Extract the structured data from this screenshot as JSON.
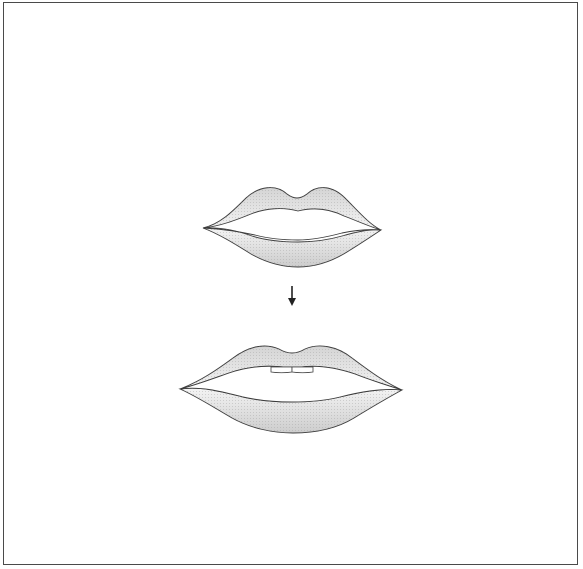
{
  "diagram": {
    "panels": [
      {
        "mouth_state": "lips-closed"
      },
      {
        "mouth_state": "lips-parted-teeth-visible"
      }
    ],
    "arrow": {
      "direction": "down"
    },
    "colors": {
      "frame": "#4a4a4a",
      "outline": "#3c3c3c",
      "lip_fill_light": "#f6f6f6",
      "lip_fill_dark": "#cfcfcf",
      "teeth": "#ffffff",
      "arrow": "#222222"
    }
  }
}
